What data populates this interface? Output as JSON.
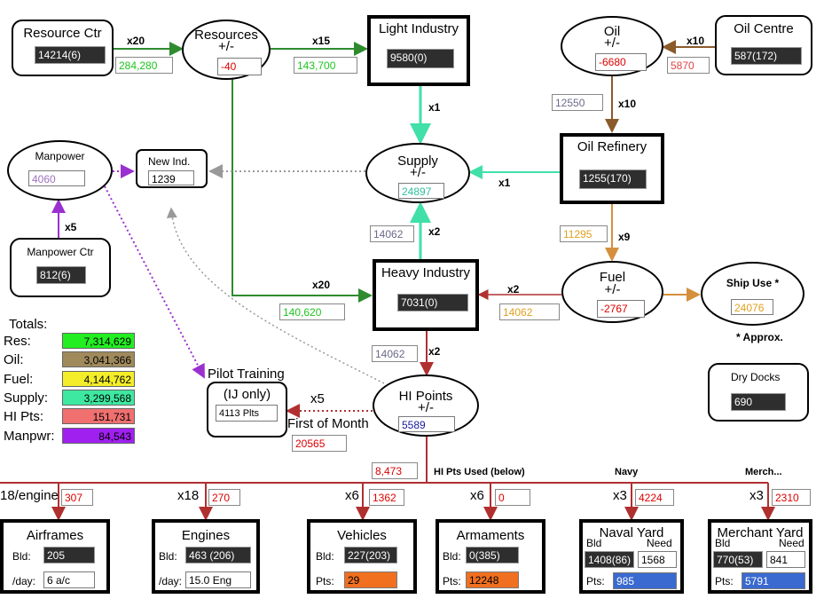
{
  "colors": {
    "green": "#2e8b2e",
    "cyan": "#40e0a8",
    "brown": "#8b5a2b",
    "orange": "#d4903c",
    "red": "#b03030",
    "purple": "#9b30d0",
    "gray": "#999999",
    "gray_text": "#6a6a8a",
    "green_text": "#1fc41f",
    "red_text": "#dd0000",
    "orange_text": "#e0a020"
  },
  "nodes": {
    "resource_ctr": {
      "title": "Resource Ctr",
      "value": "14214(6)"
    },
    "resources": {
      "title": "Resources",
      "sub": "+/-",
      "value": "-40"
    },
    "light_industry": {
      "title": "Light Industry",
      "value": "9580(0)"
    },
    "oil": {
      "title": "Oil",
      "sub": "+/-",
      "value": "-6680"
    },
    "oil_centre": {
      "title": "Oil Centre",
      "value": "587(172)"
    },
    "manpower": {
      "title": "Manpower",
      "value": "4060"
    },
    "new_ind": {
      "title": "New Ind.",
      "value": "1239"
    },
    "supply": {
      "title": "Supply",
      "sub": "+/-",
      "value": "24897"
    },
    "oil_refinery": {
      "title": "Oil Refinery",
      "value": "1255(170)"
    },
    "manpower_ctr": {
      "title": "Manpower Ctr",
      "value": "812(6)"
    },
    "heavy_industry": {
      "title": "Heavy Industry",
      "value": "7031(0)"
    },
    "fuel": {
      "title": "Fuel",
      "sub": "+/-",
      "value": "-2767"
    },
    "ship_use": {
      "title": "Ship Use *",
      "value": "24076",
      "note": "* Approx."
    },
    "dry_docks": {
      "title": "Dry Docks",
      "value": "690"
    },
    "pilot_training": {
      "title": "Pilot Training",
      "sub": "(IJ only)",
      "value": "4113 Plts"
    },
    "hi_points": {
      "title": "HI Points",
      "sub": "+/-",
      "value": "5589"
    }
  },
  "flow_labels": {
    "rc_res_mult": "x20",
    "rc_res_val": "284,280",
    "res_li_mult": "x15",
    "res_li_val": "143,700",
    "oc_oil_mult": "x10",
    "oc_oil_val": "5870",
    "oil_ref_val": "12550",
    "oil_ref_mult": "x10",
    "li_sup_mult": "x1",
    "ref_sup_mult": "x1",
    "mpc_mp_mult": "x5",
    "hi_sup_val": "14062",
    "hi_sup_mult": "x2",
    "ref_fuel_val": "11295",
    "ref_fuel_mult": "x9",
    "res_hi_mult": "x20",
    "res_hi_val": "140,620",
    "fuel_hi_mult": "x2",
    "fuel_hi_val": "14062",
    "hi_hip_val": "14062",
    "hi_hip_mult": "x2",
    "hip_pilot_mult": "x5",
    "first_of_month": "First of Month",
    "first_of_month_val": "20565",
    "hi_used_val": "8,473",
    "hi_used_label": "HI Pts Used (below)",
    "navy_label": "Navy",
    "merch_label": "Merch..."
  },
  "totals": {
    "title": "Totals:",
    "rows": [
      {
        "label": "Res:",
        "value": "7,314,629",
        "color": "#22ee22"
      },
      {
        "label": "Oil:",
        "value": "3,041,366",
        "color": "#a08a5c"
      },
      {
        "label": "Fuel:",
        "value": "4,144,762",
        "color": "#f4ee2a"
      },
      {
        "label": "Supply:",
        "value": "3,299,568",
        "color": "#3ee8a0"
      },
      {
        "label": "HI Pts:",
        "value": "151,731",
        "color": "#f07070"
      },
      {
        "label": "Manpwr:",
        "value": "84,543",
        "color": "#a020f0"
      }
    ]
  },
  "production": {
    "airframes": {
      "mult": "18/engine",
      "input": "307",
      "title": "Airframes",
      "row1_label": "Bld:",
      "row1_value": "205",
      "row2_label": "/day:",
      "row2_value": "6 a/c"
    },
    "engines": {
      "mult": "x18",
      "input": "270",
      "title": "Engines",
      "row1_label": "Bld:",
      "row1_value": "463 (206)",
      "row2_label": "/day:",
      "row2_value": "15.0 Eng"
    },
    "vehicles": {
      "mult": "x6",
      "input": "1362",
      "title": "Vehicles",
      "row1_label": "Bld:",
      "row1_value": "227(203)",
      "row2_label": "Pts:",
      "row2_value": "29"
    },
    "armaments": {
      "mult": "x6",
      "input": "0",
      "title": "Armaments",
      "row1_label": "Bld:",
      "row1_value": "0(385)",
      "row2_label": "Pts:",
      "row2_value": "12248"
    },
    "naval_yard": {
      "mult": "x3",
      "input": "4224",
      "title": "Naval Yard",
      "bld_label": "Bld",
      "need_label": "Need",
      "bld_value": "1408(86)",
      "need_value": "1568",
      "pts_label": "Pts:",
      "pts_value": "985"
    },
    "merchant_yard": {
      "mult": "x3",
      "input": "2310",
      "title": "Merchant Yard",
      "bld_label": "Bld",
      "need_label": "Need",
      "bld_value": "770(53)",
      "need_value": "841",
      "pts_label": "Pts:",
      "pts_value": "5791"
    }
  }
}
